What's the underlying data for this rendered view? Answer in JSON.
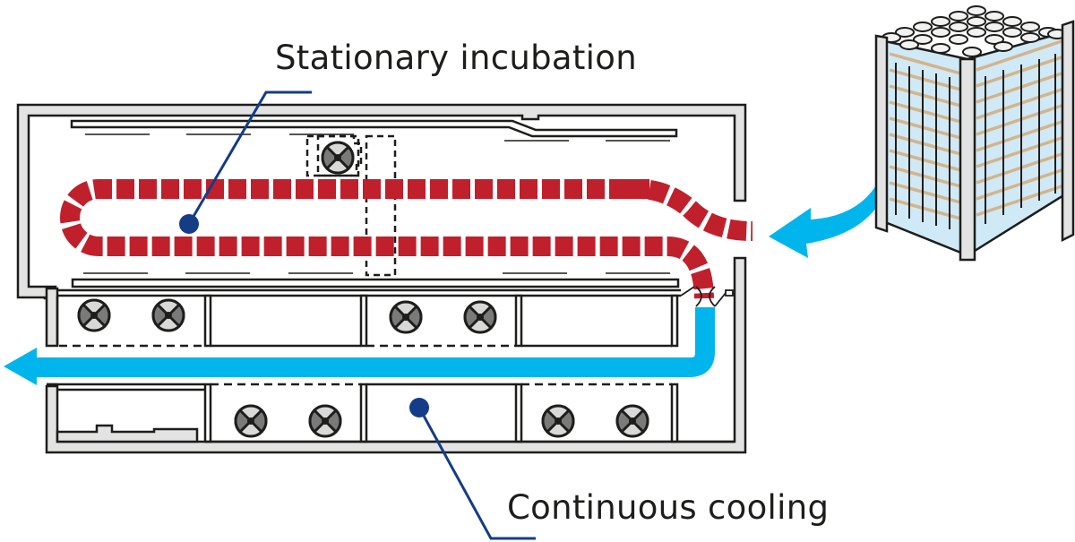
{
  "labels": {
    "stationary_incubation": "Stationary incubation",
    "continuous_cooling": "Continuous cooling"
  },
  "colors": {
    "heating_belt": "#c01f2c",
    "cooling_flow": "#00b5ec",
    "callout": "#143c87",
    "wall_fill": "#e3e3e3",
    "outline": "#1d1d1b",
    "tray_tubes": "#cfe9f7",
    "tray_straps": "#d4b48a"
  },
  "icons": {
    "fan": "fan-icon",
    "tray": "egg-tray-rack-icon",
    "valve": "valve-icon"
  },
  "fans": {
    "incubation_chamber": 1,
    "upper_cooling_row": 4,
    "lower_cooling_row": 4
  }
}
